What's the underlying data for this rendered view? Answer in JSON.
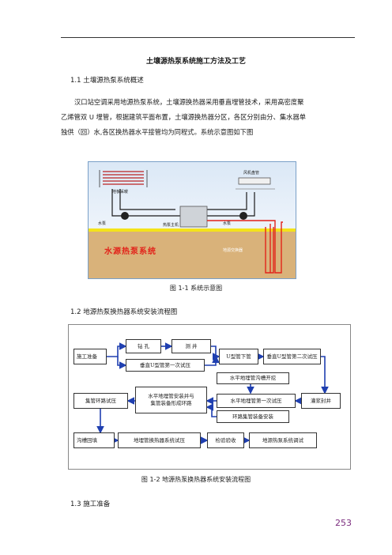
{
  "doc": {
    "title": "土壤源热泵系统施工方法及工艺",
    "section_1_1": "1.1 土壤源热泵系统概述",
    "paragraph_lines": [
      "汉口站空调采用地源热泵系统，土壤源换热器采用垂直埋管技术，采用高密度聚",
      "乙烯管双 U 埋管，根据建筑平面布置，土壤源换热器分区，各区分别由分、集水器单",
      "独供（回）水,各区换热器水平接管均为同程式。系统示意图如下图"
    ],
    "figure1_caption": "图 1-1    系统示意图",
    "section_1_2": "1.2 地源热泵换热器系统安装流程图",
    "figure2_caption": "图 1-2  地源热泵换热器系统安装流程图",
    "section_1_3": "1.3 施工准备",
    "page_number": "253"
  },
  "schematic": {
    "labels": {
      "fan_coil": "风机盘管",
      "radiant_floor": "地板采暖",
      "pump_left": "水泵",
      "heat_pump_unit": "热泵主机",
      "pump_right": "水泵",
      "red_banner": "水源热泵系统",
      "ground_exchanger": "地源交换器"
    },
    "colors": {
      "sky": "#dbe8f6",
      "soil": "#d9b27a",
      "band": "#f4e31a",
      "pipe": "#e2231a"
    }
  },
  "flowchart": {
    "boxes": {
      "prep": "施工准备",
      "drill": "钻   孔",
      "lower_hole": "测   井",
      "u_tube": "U型管下管",
      "u_test2": "垂直U型管第二次试压",
      "u_test1": "垂直U型管第一次试压",
      "trench": "水平地埋管沟槽开挖",
      "header_test": "集管环路试压",
      "horiz_install": "水平地埋管安装并与\n集管装备形成环路",
      "horiz_test1": "水平地埋管第一次试压",
      "grout": "灌浆封井",
      "header_install": "环路集管装备安装",
      "backfill": "沟槽回填",
      "system_test": "地埋管换热器系统试压",
      "inspection": "检验验收",
      "debug": "地源热泵系统调试"
    },
    "colors": {
      "arrow": "#1f3fb0",
      "box_border": "#333333"
    }
  }
}
